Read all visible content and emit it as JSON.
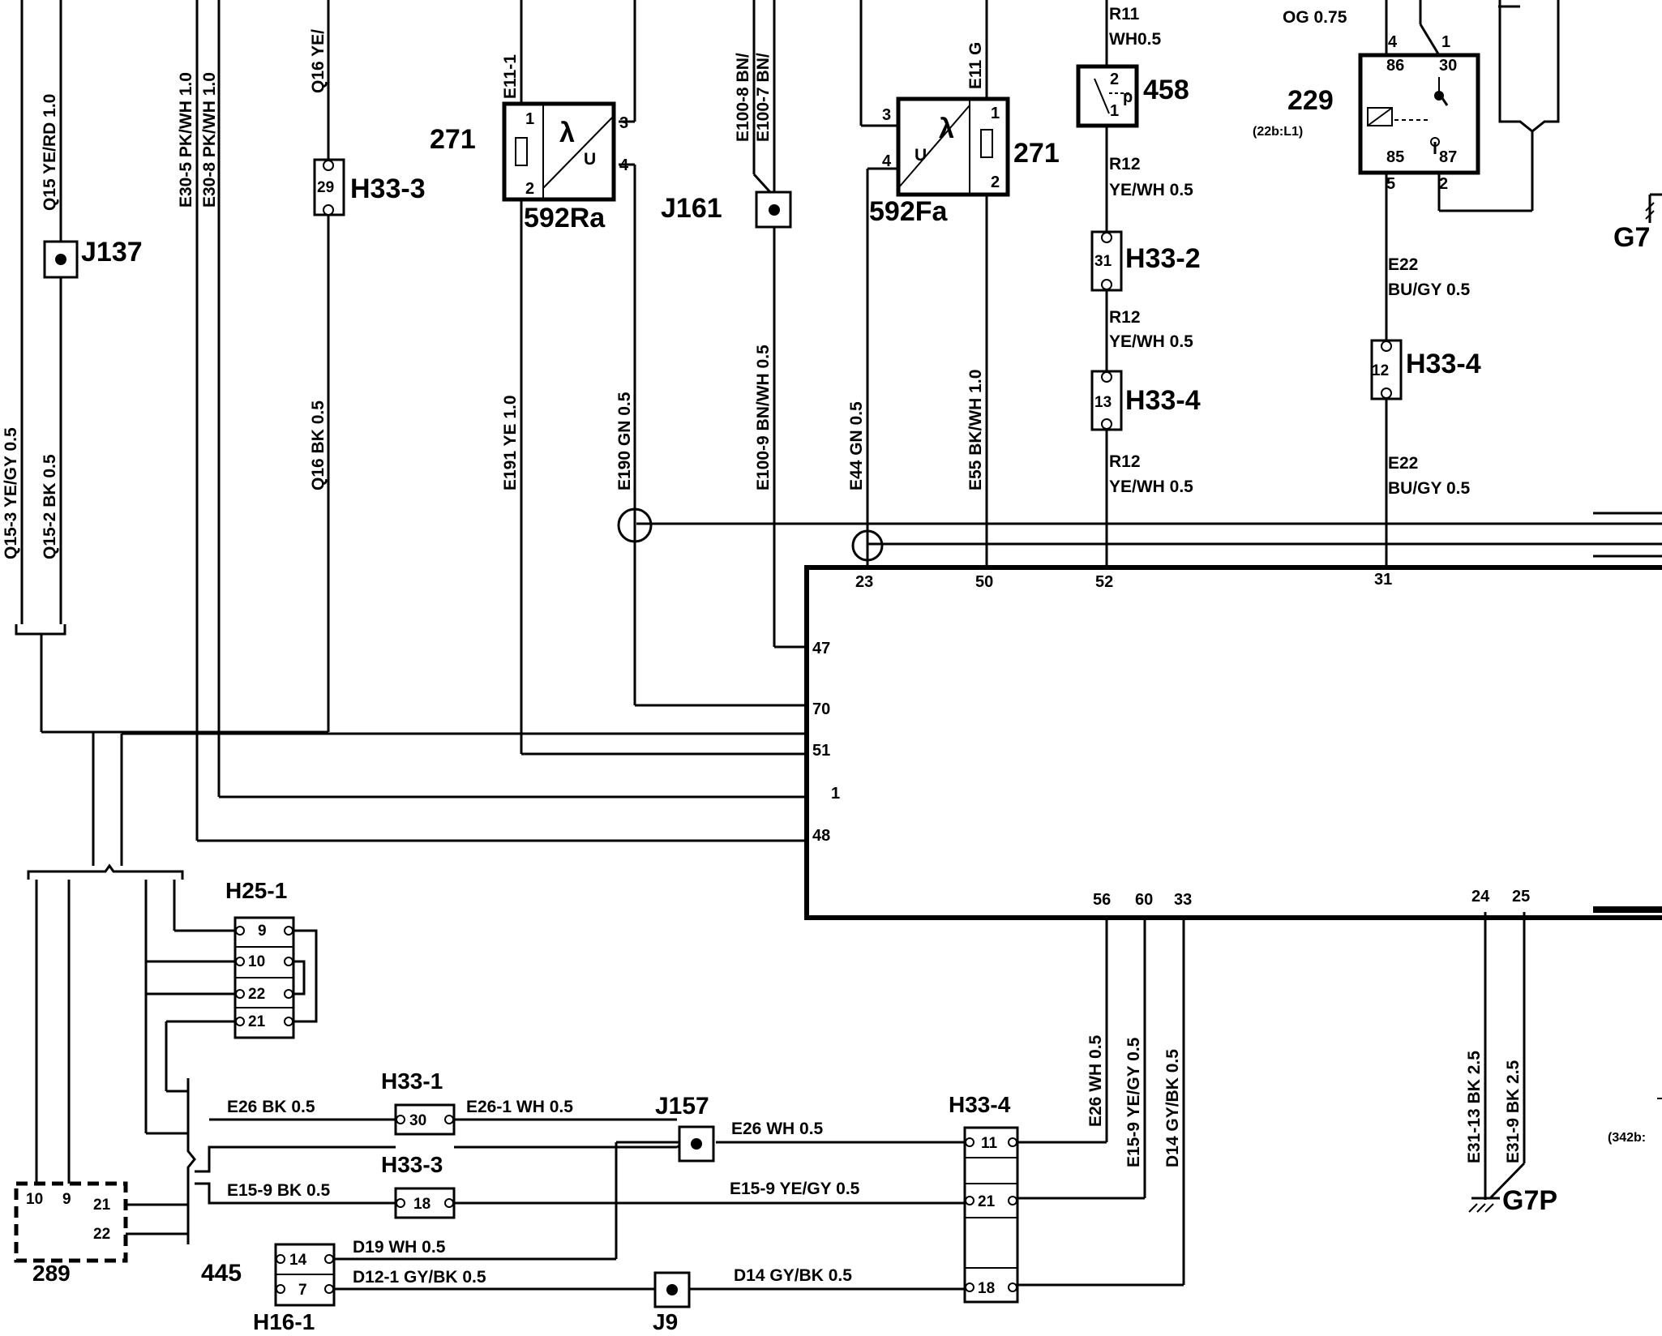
{
  "components": {
    "c271_left": "271",
    "c271_right": "271",
    "sensor_left": "592Ra",
    "sensor_right": "592Fa",
    "c458": "458",
    "c229": "229",
    "c229_ref": "(22b:L1)",
    "c289": "289",
    "c445": "445",
    "g7p": "G7P",
    "g7_partial": "G7",
    "ref_342b": "(342b:",
    "lambda": "λ",
    "u": "U"
  },
  "junctions": {
    "j137": "J137",
    "j161": "J161",
    "j157": "J157",
    "j9": "J9"
  },
  "connectors": {
    "h33_3_top": "H33-3",
    "h33_2": "H33-2",
    "h33_4_a": "H33-4",
    "h33_4_b": "H33-4",
    "h25_1": "H25-1",
    "h33_1": "H33-1",
    "h33_3_bot": "H33-3",
    "h33_4_bot": "H33-4",
    "h16_1": "H16-1"
  },
  "connector_pins": {
    "h33_3_top": "29",
    "h33_2": "31",
    "h33_4_a": "13",
    "h33_4_b": "12",
    "h25_1": [
      "9",
      "10",
      "22",
      "21"
    ],
    "h33_1": "30",
    "h33_3_bot": "18",
    "h33_4_bot": [
      "11",
      "21",
      "18"
    ],
    "h16_1": [
      "14",
      "7"
    ],
    "c289": [
      "10",
      "9",
      "21",
      "22"
    ]
  },
  "component_pins": {
    "sensor_left": [
      "1",
      "2",
      "3",
      "4"
    ],
    "sensor_right": [
      "3",
      "4",
      "1",
      "2"
    ],
    "c458": [
      "2",
      "p",
      "1"
    ],
    "c229": [
      "4",
      "1",
      "86",
      "30",
      "85",
      "87",
      "5",
      "2"
    ]
  },
  "ecu_pins": {
    "top": [
      "23",
      "50",
      "52",
      "31"
    ],
    "left": [
      "47",
      "70",
      "51",
      "1",
      "48"
    ],
    "bottom": [
      "56",
      "60",
      "33",
      "24",
      "25"
    ]
  },
  "wire_labels_vertical": {
    "w1": "Q15-3  YE/GY  0.5",
    "w2": "Q15-2  BK  0.5",
    "w3": "Q15  YE/RD  1.0",
    "w4": "E30-5  PK/WH  1.0",
    "w5": "E30-8  PK/WH  1.0",
    "w6": "Q16  YE/",
    "w7": "Q16  BK  0.5",
    "w8": "E11-1",
    "w9": "E191  YE  1.0",
    "w10": "E190  GN  0.5",
    "w11": "E100-8  BN/",
    "w12": "E100-7  BN/",
    "w13": "E100-9  BN/WH  0.5",
    "w14": "E44  GN  0.5",
    "w15": "E11  G",
    "w16": "E55  BK/WH  1.0",
    "w17": "E26  WH  0.5",
    "w18": "E15-9  YE/GY  0.5",
    "w19": "D14  GY/BK  0.5",
    "w20": "E31-13  BK  2.5",
    "w21": "E31-9  BK  2.5"
  },
  "wire_labels_horizontal": {
    "r11": "R11",
    "r11b": "WH0.5",
    "og": "OG 0.75",
    "r12a": "R12",
    "r12a_b": "YE/WH 0.5",
    "r12b": "R12",
    "r12b_b": "YE/WH 0.5",
    "r12c": "R12",
    "r12c_b": "YE/WH 0.5",
    "e22a": "E22",
    "e22a_b": "BU/GY  0.5",
    "e22b": "E22",
    "e22b_b": "BU/GY  0.5",
    "e26a": "E26  BK 0.5",
    "e26b": "E26-1  WH 0.5",
    "e26c": "E26  WH 0.5",
    "e15a": "E15-9  BK 0.5",
    "e15b": "E15-9  YE/GY  0.5",
    "d19": "D19  WH 0.5",
    "d12": "D12-1  GY/BK  0.5",
    "d14": "D14  GY/BK  0.5"
  }
}
